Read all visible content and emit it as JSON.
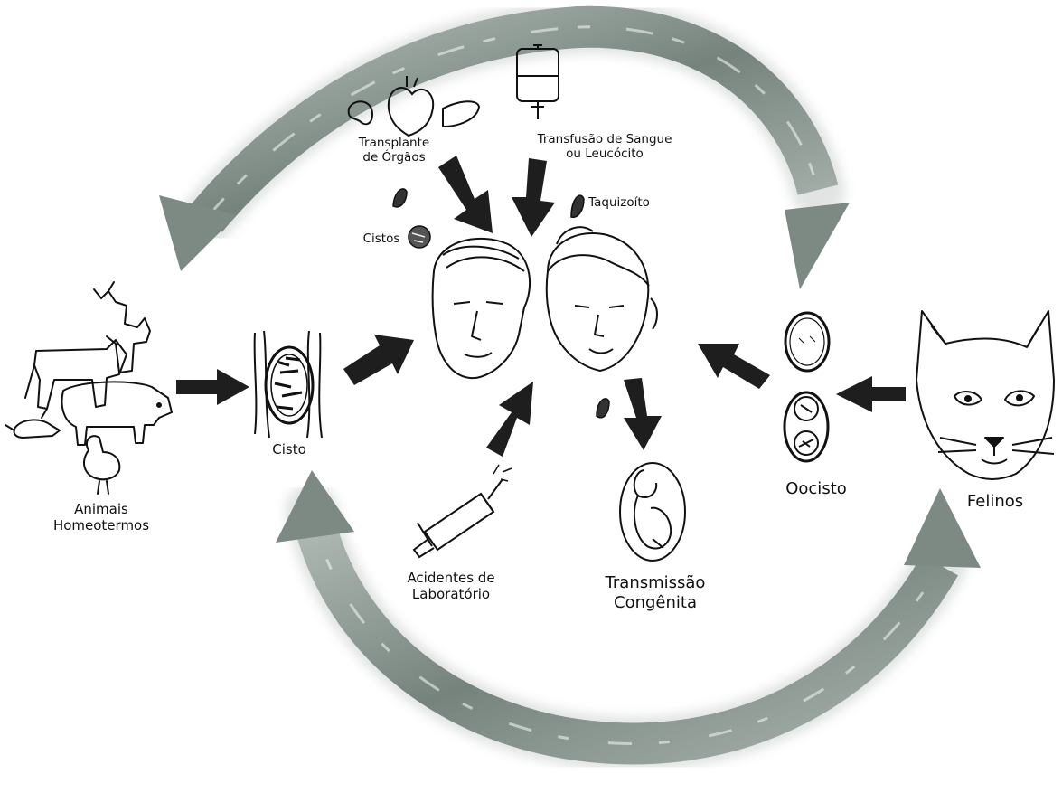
{
  "labels": {
    "animals": [
      "Animais",
      "Homeotermos"
    ],
    "cyst": "Cisto",
    "felines": "Felinos",
    "oocyst": "Oocisto",
    "organ_transplant": [
      "Transplante",
      "de Órgãos"
    ],
    "transfusion": [
      "Transfusão de Sangue",
      "ou Leucócito"
    ],
    "tachyzoite": "Taquizoíto",
    "cysts": "Cistos",
    "lab_accidents": [
      "Acidentes de",
      "Laboratório"
    ],
    "congenital": [
      "Transmissão",
      "Congênita"
    ]
  },
  "colors": {
    "cycle_arrow": "#8e9a95",
    "cycle_arrow_dark": "#5e6a65",
    "black_arrow": "#1e1e1e",
    "ink": "#111111"
  }
}
